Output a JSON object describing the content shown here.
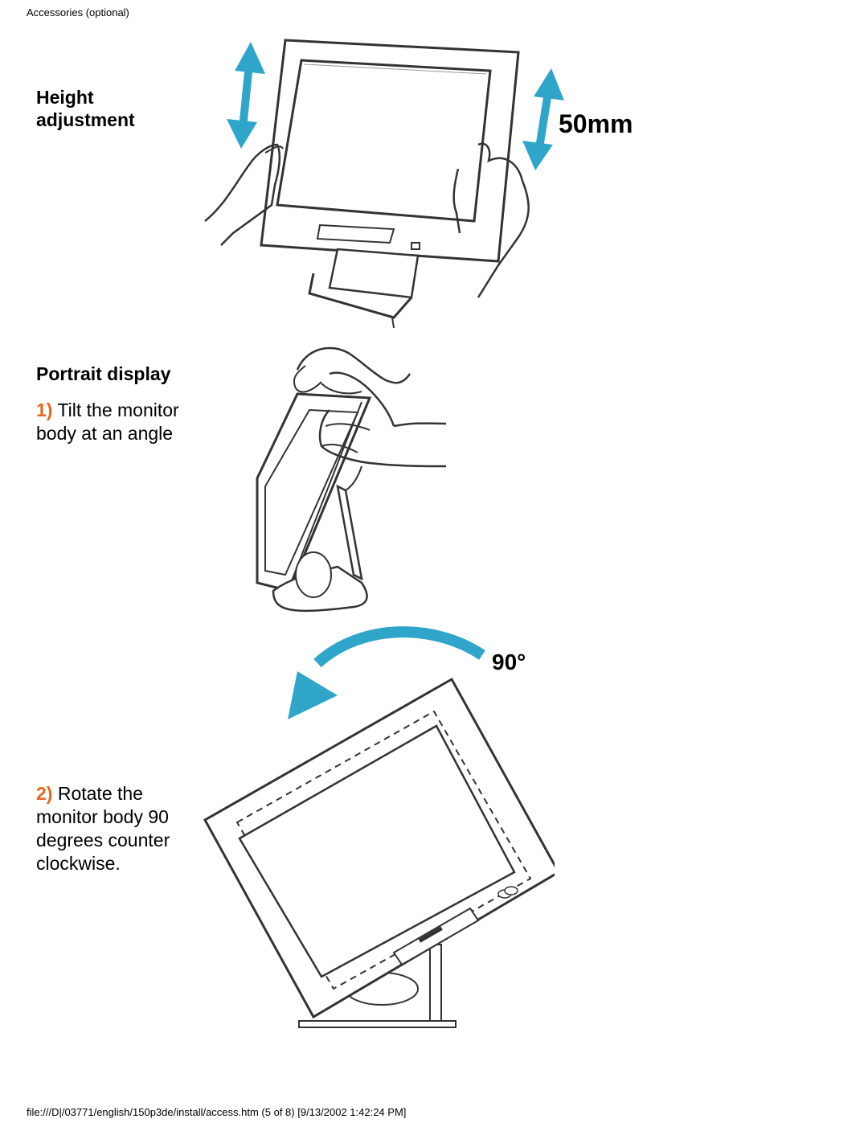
{
  "header": {
    "title": "Accessories (optional)"
  },
  "sections": {
    "height": {
      "title_line1": "Height",
      "title_line2": "adjustment",
      "measure_label": "50mm"
    },
    "portrait": {
      "title": "Portrait display",
      "step1": {
        "number": "1)",
        "line1": "Tilt the monitor",
        "line2": "body at an angle"
      },
      "step2": {
        "number": "2)",
        "line1": "Rotate the",
        "line2": "monitor body 90",
        "line3": "degrees counter",
        "line4": "clockwise."
      },
      "angle_label": "90°"
    }
  },
  "colors": {
    "arrow": "#2fa6c9",
    "step_number": "#e8661e",
    "line": "#333333"
  },
  "footer": {
    "text": "file:///D|/03771/english/150p3de/install/access.htm (5 of 8) [9/13/2002 1:42:24 PM]"
  }
}
